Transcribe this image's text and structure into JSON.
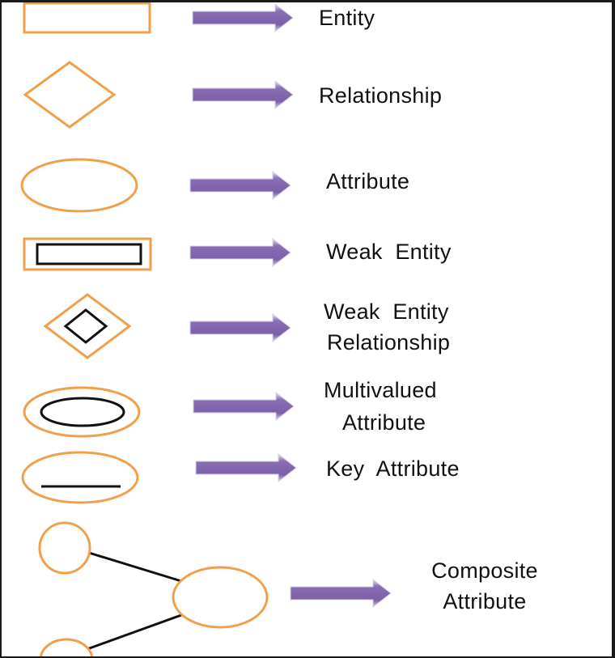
{
  "colors": {
    "shape_outline": "#f0a04b",
    "inner_outline": "#111111",
    "arrow_fill": "#8a6fb3",
    "arrow_edge": "#d9d2e6",
    "text": "#111111"
  },
  "legend": [
    {
      "shape": "rectangle",
      "lines": [
        "Entity"
      ]
    },
    {
      "shape": "diamond",
      "lines": [
        "Relationship"
      ]
    },
    {
      "shape": "ellipse",
      "lines": [
        "Attribute"
      ]
    },
    {
      "shape": "double-rectangle",
      "lines": [
        "Weak  Entity"
      ]
    },
    {
      "shape": "double-diamond",
      "lines": [
        "Weak  Entity",
        "Relationship"
      ]
    },
    {
      "shape": "double-ellipse",
      "lines": [
        "Multivalued",
        "Attribute"
      ]
    },
    {
      "shape": "underlined-ellipse",
      "lines": [
        "Key  Attribute"
      ]
    },
    {
      "shape": "composite-circles",
      "lines": [
        "Composite",
        "Attribute"
      ]
    }
  ]
}
